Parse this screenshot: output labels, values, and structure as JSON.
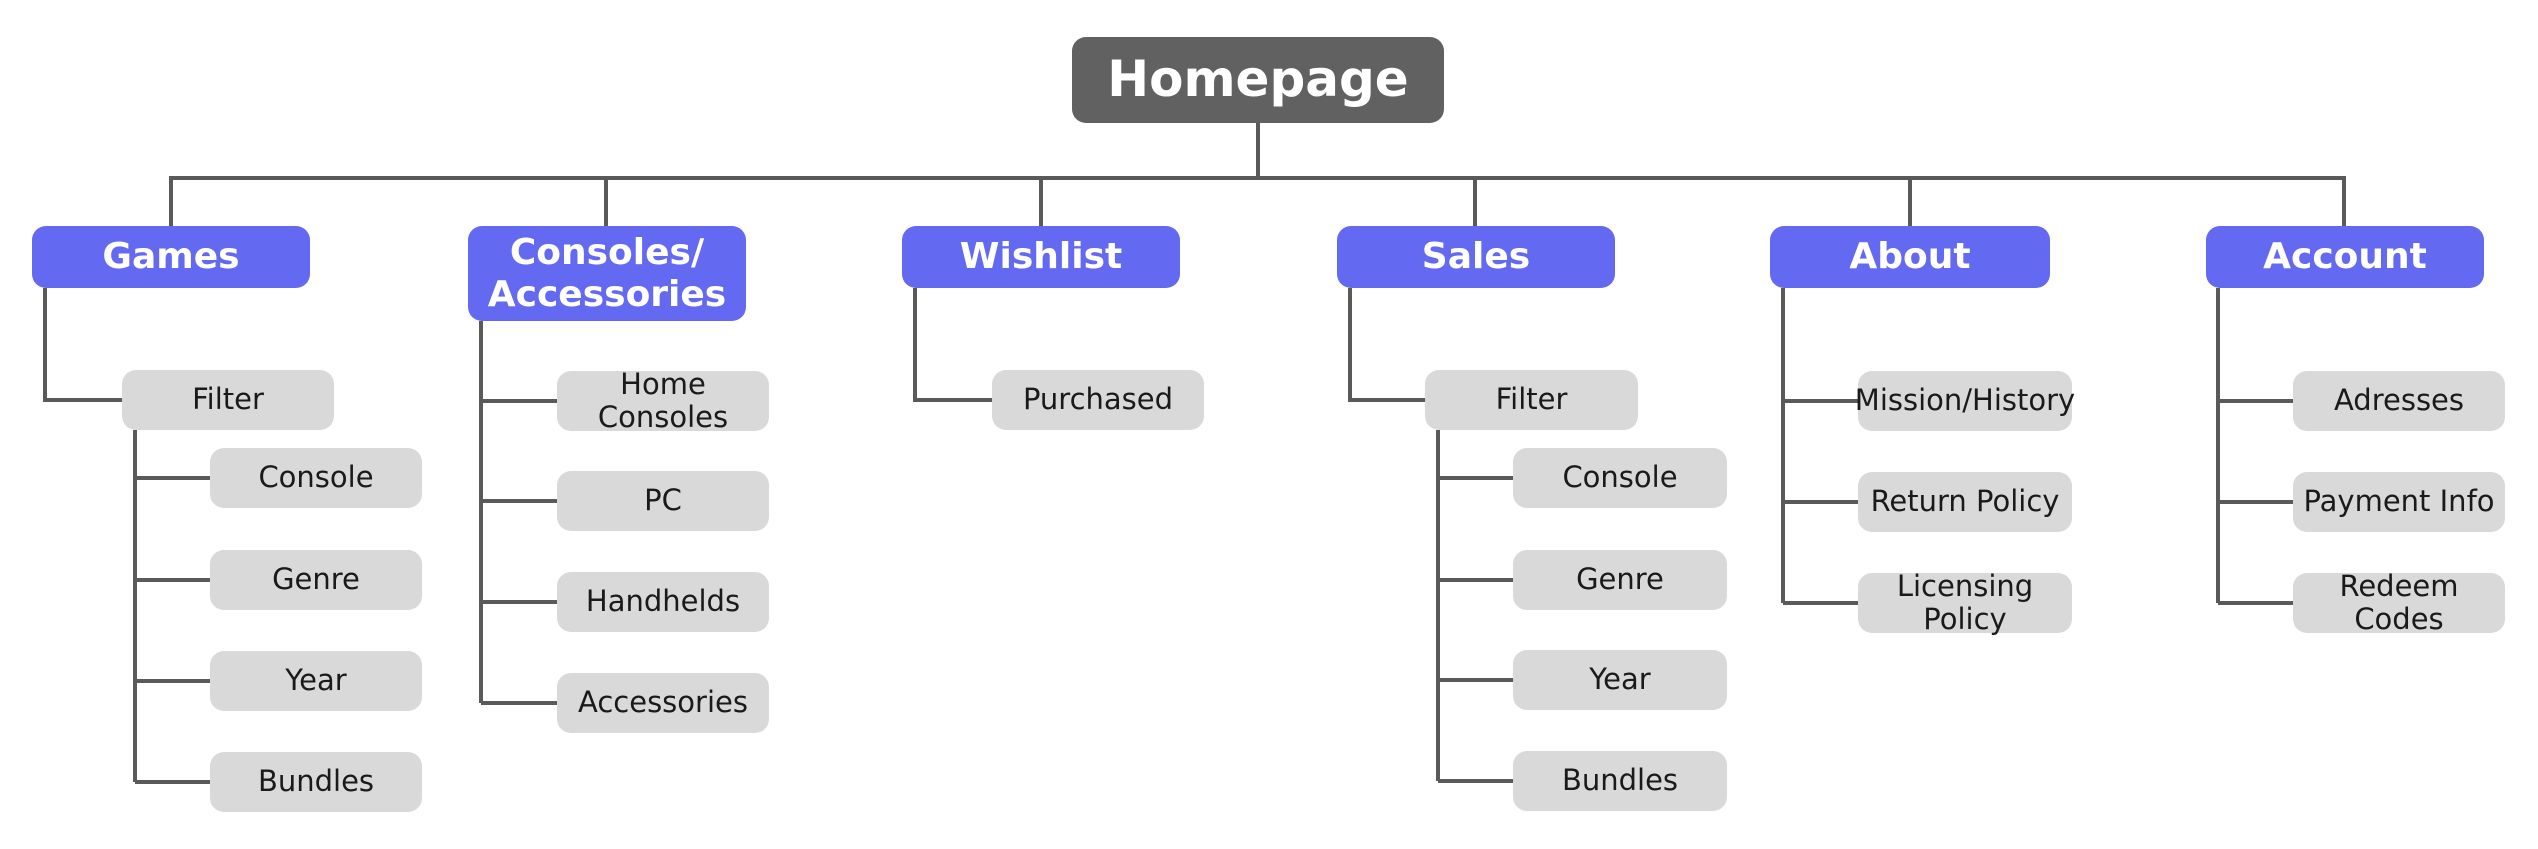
{
  "diagram": {
    "title": "Homepage sitemap",
    "root": {
      "label": "Homepage"
    },
    "branches": [
      {
        "label": "Games",
        "children": [
          {
            "label": "Filter",
            "children": [
              {
                "label": "Console"
              },
              {
                "label": "Genre"
              },
              {
                "label": "Year"
              },
              {
                "label": "Bundles"
              }
            ]
          }
        ]
      },
      {
        "label": "Consoles/\nAccessories",
        "children": [
          {
            "label": "Home Consoles"
          },
          {
            "label": "PC"
          },
          {
            "label": "Handhelds"
          },
          {
            "label": "Accessories"
          }
        ]
      },
      {
        "label": "Wishlist",
        "children": [
          {
            "label": "Purchased"
          }
        ]
      },
      {
        "label": "Sales",
        "children": [
          {
            "label": "Filter",
            "children": [
              {
                "label": "Console"
              },
              {
                "label": "Genre"
              },
              {
                "label": "Year"
              },
              {
                "label": "Bundles"
              }
            ]
          }
        ]
      },
      {
        "label": "About",
        "children": [
          {
            "label": "Mission/History"
          },
          {
            "label": "Return Policy"
          },
          {
            "label": "Licensing Policy"
          }
        ]
      },
      {
        "label": "Account",
        "children": [
          {
            "label": "Adresses"
          },
          {
            "label": "Payment Info"
          },
          {
            "label": "Redeem Codes"
          }
        ]
      }
    ]
  },
  "colors": {
    "accent": "#6469f2",
    "root_fill": "#616161",
    "leaf_fill": "#d9d9d9",
    "line": "#5a5a5a",
    "text_on_dark": "#ffffff",
    "text_on_light": "#1a1a1a",
    "background": "#ffffff"
  }
}
